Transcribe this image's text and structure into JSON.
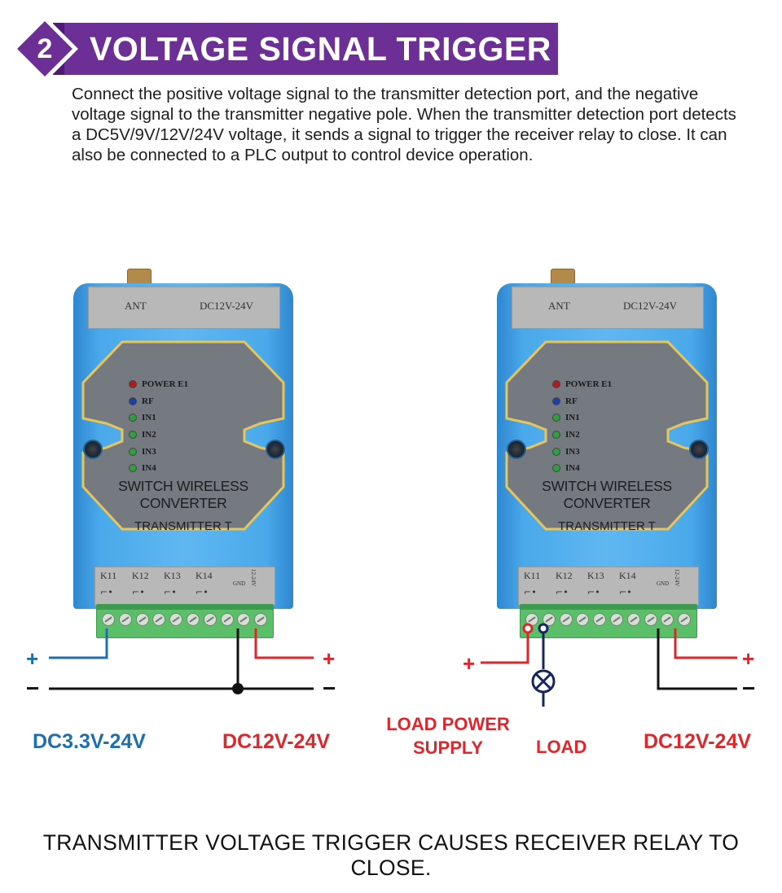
{
  "banner": {
    "number": "2",
    "title": "VOLTAGE SIGNAL TRIGGER"
  },
  "intro_text": "Connect the positive voltage signal to the transmitter detection port, and the negative voltage signal to the transmitter negative pole. When the transmitter detection port detects a DC5V/9V/12V/24V voltage, it sends a signal to trigger the receiver relay to close. It can also be connected to a PLC output to control device operation.",
  "device": {
    "ant_label": "ANT",
    "power_label": "DC12V-24V",
    "leds": [
      {
        "label": "POWER E1",
        "color": "#b11c1c"
      },
      {
        "label": "RF",
        "color": "#1d3fa8"
      },
      {
        "label": "IN1",
        "color": "#2f9e3e"
      },
      {
        "label": "IN2",
        "color": "#2f9e3e"
      },
      {
        "label": "IN3",
        "color": "#2f9e3e"
      },
      {
        "label": "IN4",
        "color": "#2f9e3e"
      }
    ],
    "converter_label": "SWITCH WIRELESS CONVERTER",
    "role_label": "TRANSMITTER T",
    "terminal_labels": [
      "K11",
      "K12",
      "K13",
      "K14"
    ],
    "gnd_label": "GND",
    "vol_label": "12-24V"
  },
  "left_diagram": {
    "plus_left": "+",
    "minus_left": "−",
    "plus_right": "+",
    "minus_right": "−",
    "signal_caption": "DC3.3V-24V",
    "power_caption": "DC12V-24V"
  },
  "right_diagram": {
    "plus_left": "+",
    "plus_right": "+",
    "minus_right": "−",
    "load_power_caption_line1": "LOAD POWER",
    "load_power_caption_line2": "SUPPLY",
    "load_caption": "LOAD",
    "power_caption": "DC12V-24V"
  },
  "footer_text": "TRANSMITTER VOLTAGE TRIGGER CAUSES RECEIVER RELAY TO CLOSE.",
  "colors": {
    "banner_purple": "#6b2f95",
    "device_blue": "#4aa9ea",
    "wire_blue": "#1d6fae",
    "wire_red": "#e0262b",
    "wire_black": "#111111",
    "wire_navy": "#17255e"
  }
}
